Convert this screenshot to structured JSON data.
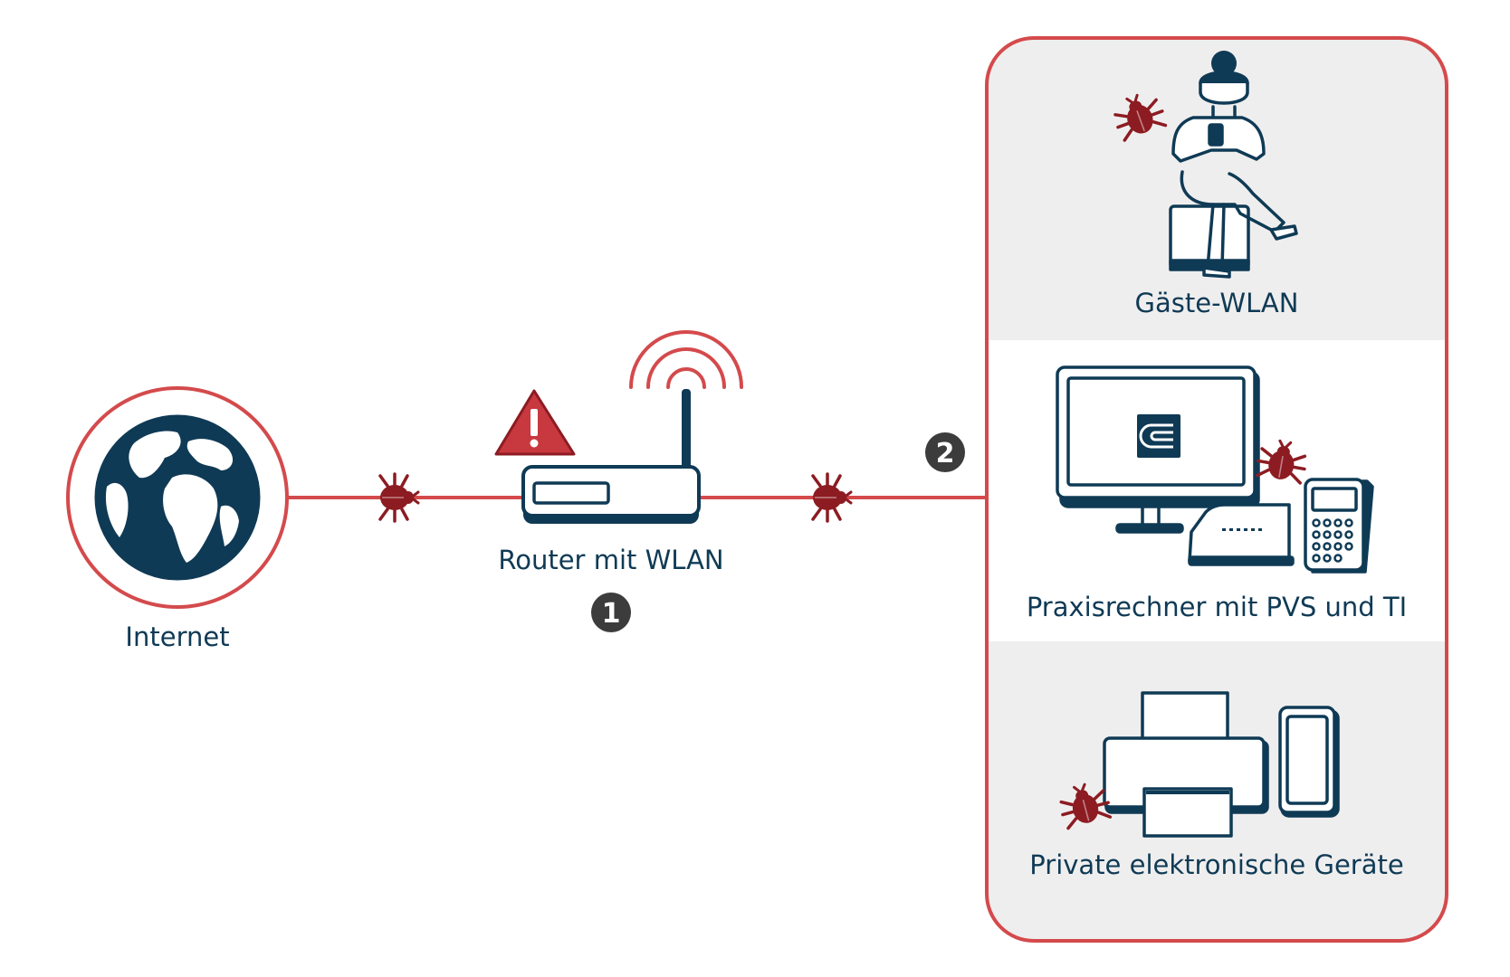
{
  "colors": {
    "accent": "#d44a4c",
    "navy": "#0f3a55",
    "bug": "#8c1c22",
    "panel": "#efeeee",
    "badge": "#3c3c3c",
    "warning": "#c8383f"
  },
  "nodes": {
    "internet": {
      "label": "Internet",
      "icon": "globe-icon"
    },
    "router": {
      "label": "Router mit WLAN",
      "icon": "wifi-router-icon",
      "badge": "1",
      "warning_icon": "warning-triangle-icon"
    },
    "connection": {
      "badge": "2"
    }
  },
  "panel": {
    "sections": [
      {
        "label": "Gäste-WLAN",
        "icon": "guest-person-icon"
      },
      {
        "label": "Praxisrechner mit PVS und TI",
        "icon": "computer-terminal-icon"
      },
      {
        "label": "Private elektronische Geräte",
        "icon": "printer-phone-icon"
      }
    ]
  },
  "bugs": {
    "icon": "malware-bug-icon"
  }
}
